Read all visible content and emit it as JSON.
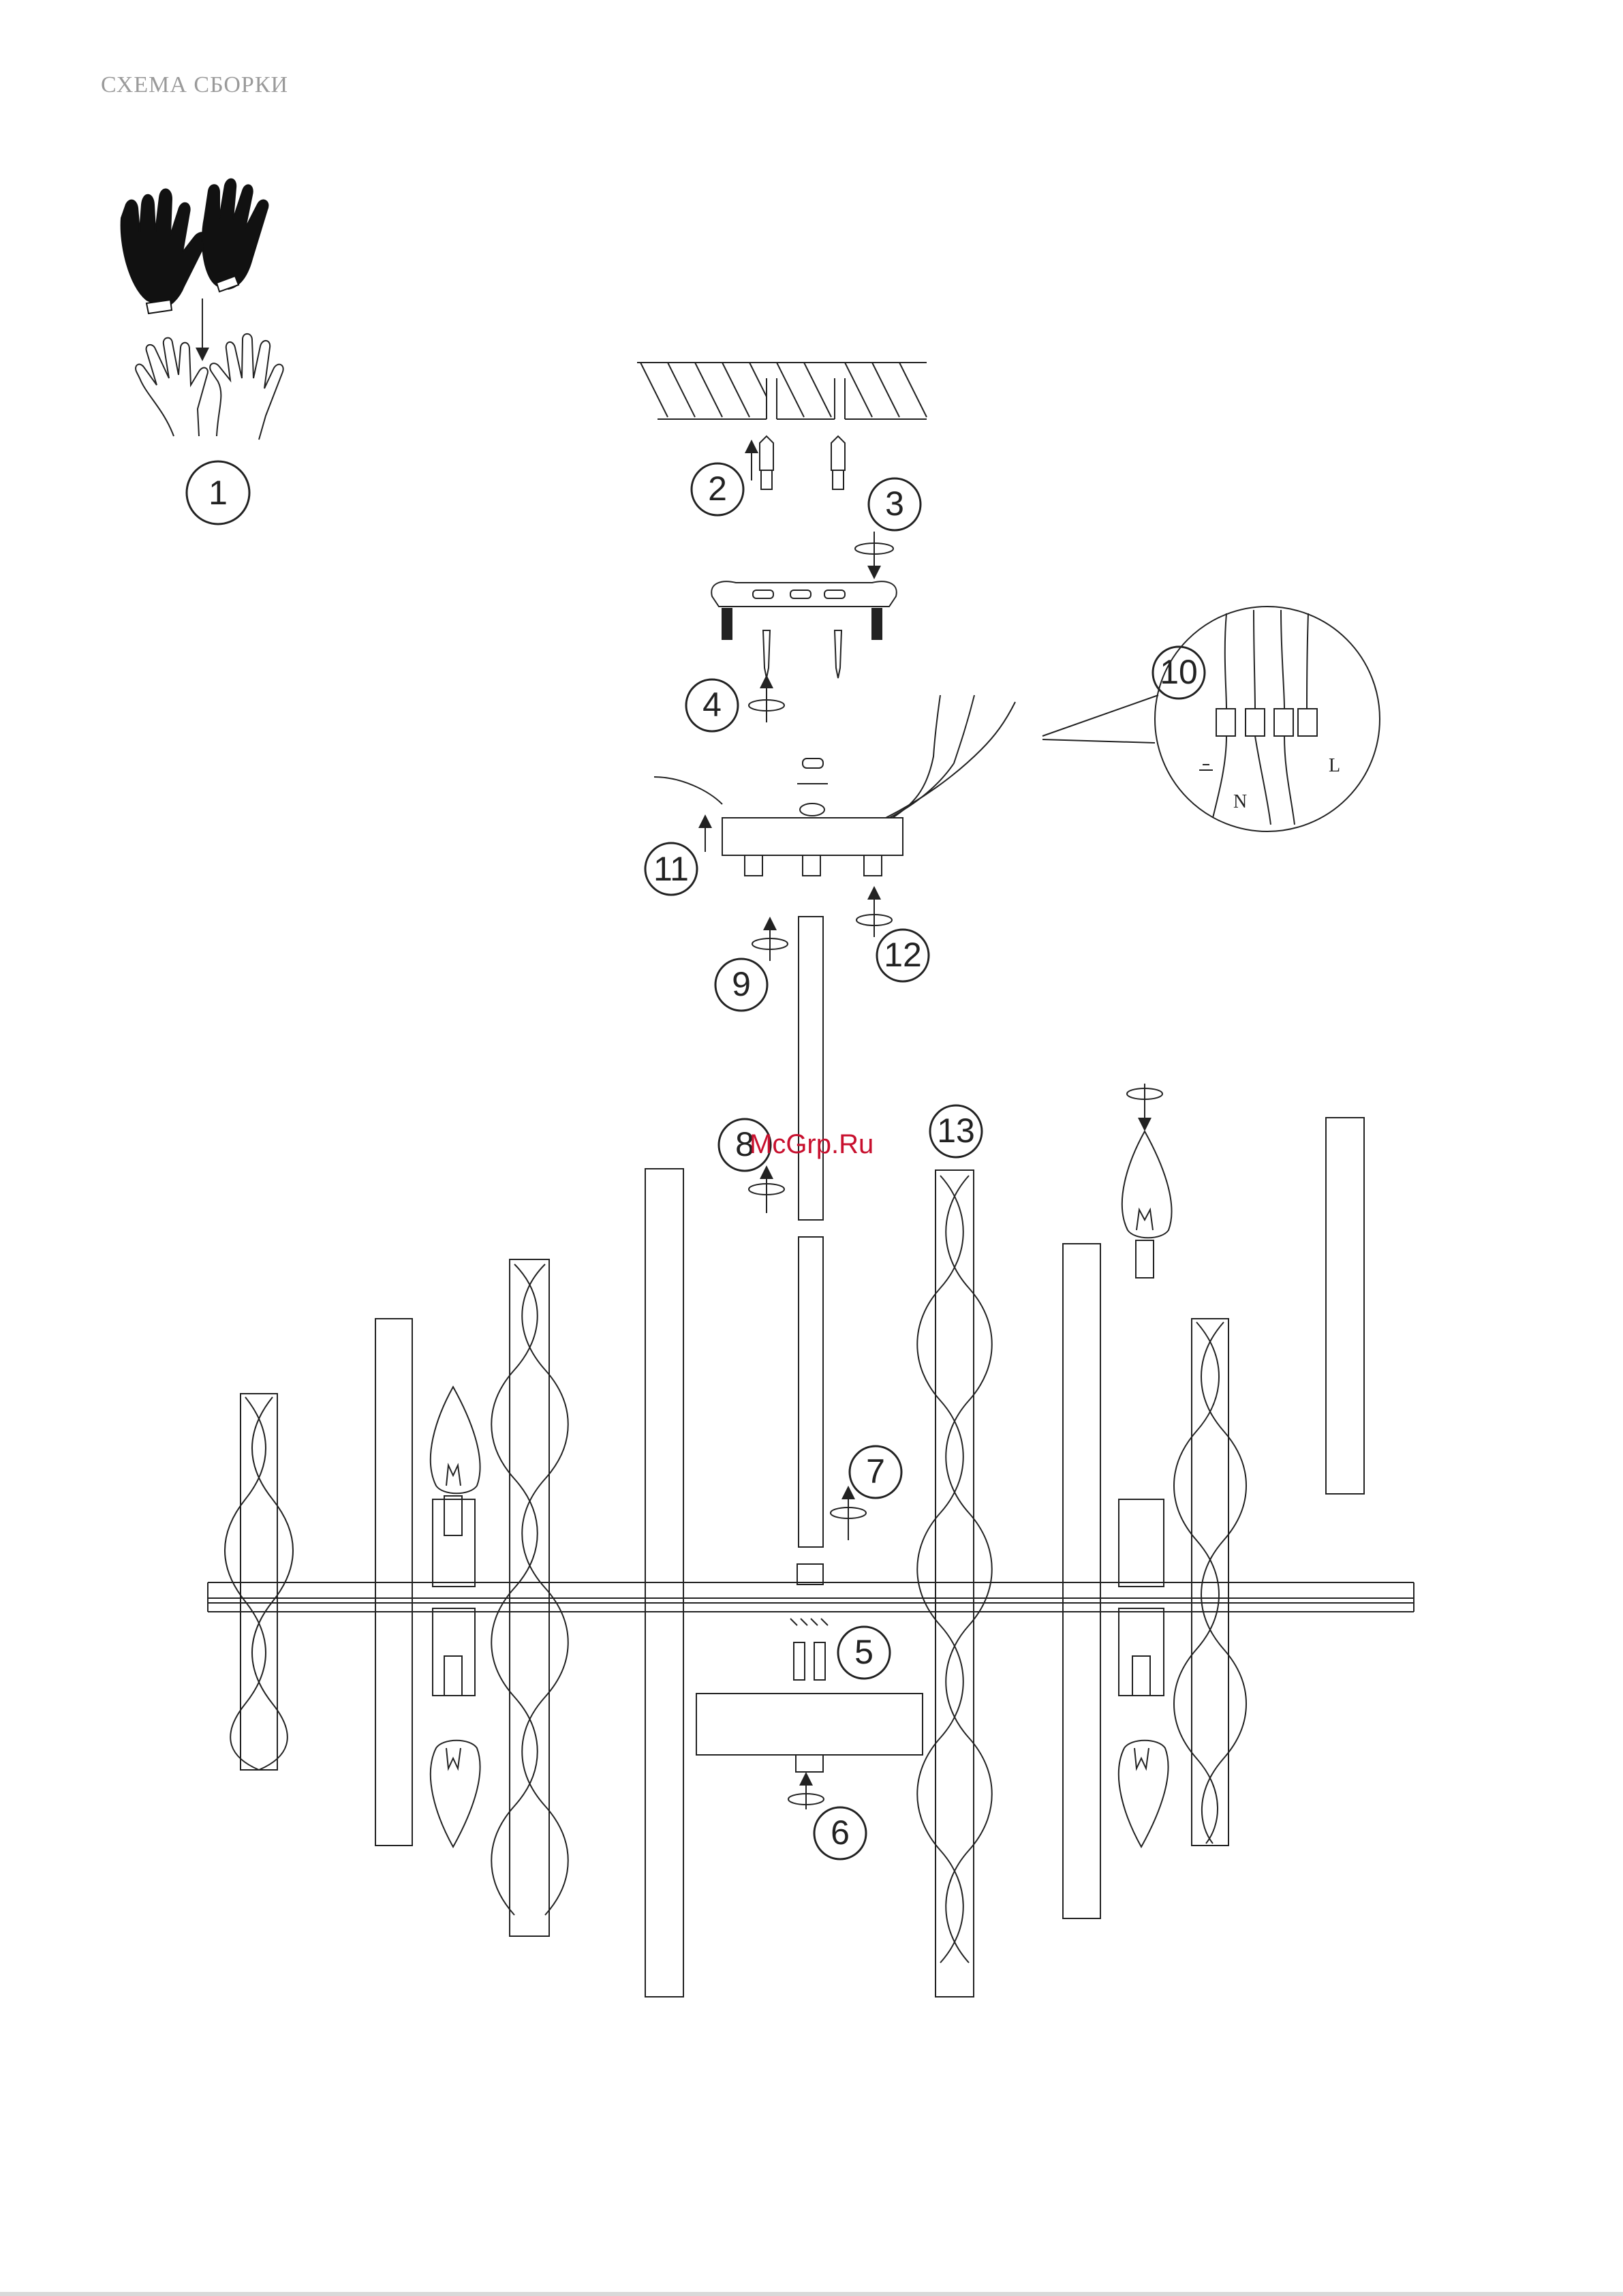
{
  "header": {
    "title": "СХЕМА СБОРКИ"
  },
  "watermark": {
    "text": "McGrp.Ru"
  },
  "steps": {
    "s1": "1",
    "s2": "2",
    "s3": "3",
    "s4": "4",
    "s5": "5",
    "s6": "6",
    "s7": "7",
    "s8": "8",
    "s9": "9",
    "s10": "10",
    "s11": "11",
    "s12": "12",
    "s13": "13"
  },
  "wiring": {
    "neutral": "N",
    "live": "L"
  },
  "colors": {
    "line": "#222222",
    "title": "#9a9a9a",
    "watermark": "#c8102e"
  }
}
